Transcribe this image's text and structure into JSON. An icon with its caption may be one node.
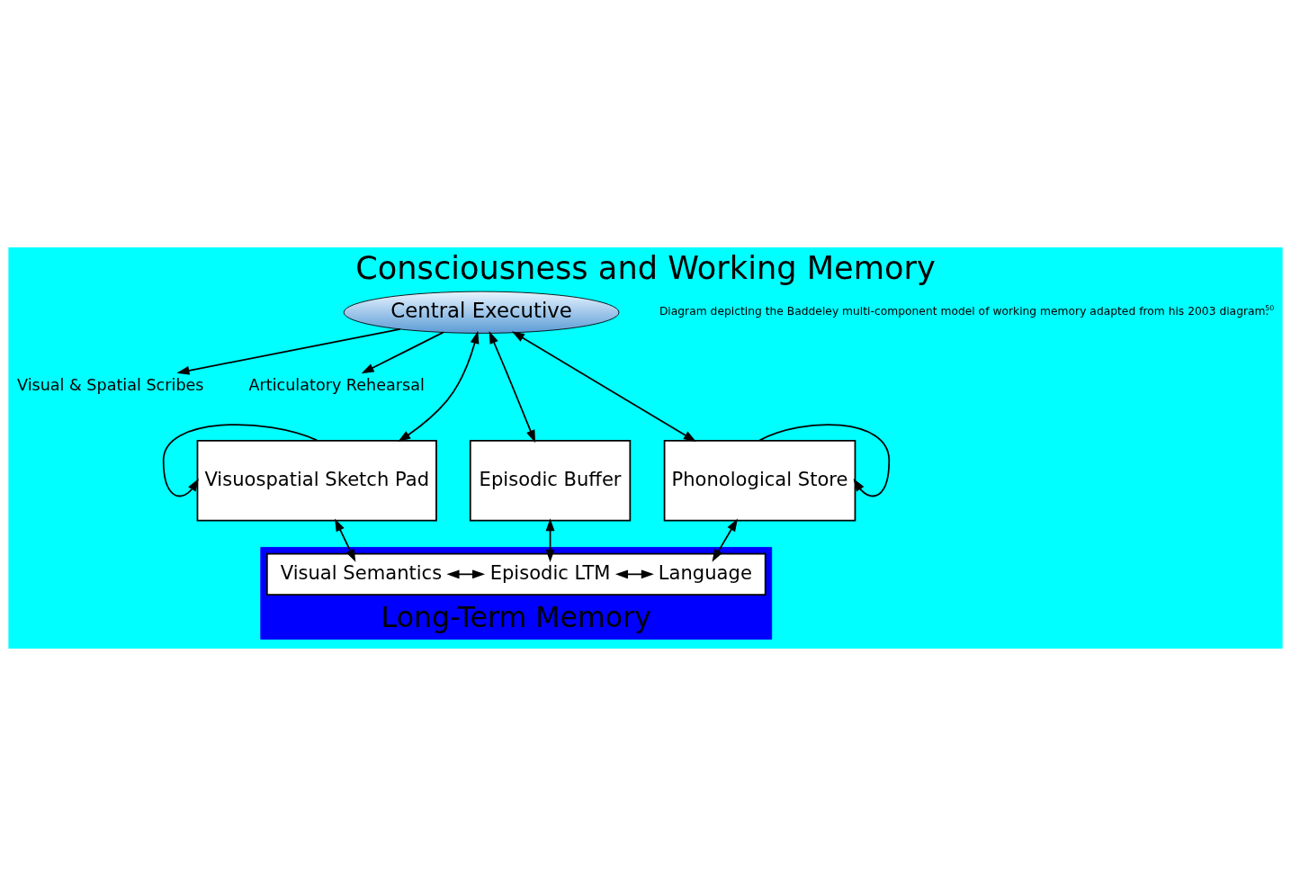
{
  "diagram": {
    "title": "Consciousness and Working Memory",
    "caption": "Diagram depicting the Baddeley multi-component model of working memory adapted from his 2003 diagram.$^{50}$",
    "nodes": [
      {
        "text": [
          "Central Executive"
        ]
      },
      {
        "text": [
          "Visual & Spatial Scribes"
        ]
      },
      {
        "text": [
          "Articulatory Rehearsal"
        ]
      },
      {
        "text": [
          "Visuospatial Sketch Pad"
        ]
      },
      {
        "text": [
          "Episodic Buffer"
        ]
      },
      {
        "text": [
          "Phonological Store"
        ]
      },
      {
        "text": [
          "Long-Term Memory"
        ]
      },
      {
        "text": [],
        "shape": "box",
        "in": 6
      },
      {
        "text": [
          "Visual Semantics"
        ],
        "in": 7
      },
      {
        "text": [
          "Episodic LTM"
        ],
        "in": 7
      },
      {
        "text": [
          "Language"
        ],
        "in": 7
      }
    ],
    "edges": [
      {
        "from": 0,
        "to": 1,
        "arrow": "to"
      },
      {
        "from": 0,
        "to": 3,
        "arrow": "both"
      },
      {
        "from": 0,
        "to": 4,
        "arrow": "both"
      },
      {
        "from": 0,
        "to": 5,
        "arrow": "both"
      },
      {
        "from": 0,
        "to": 2,
        "arrow": "to"
      },
      {
        "from": 3,
        "to": 3,
        "arrow": "to"
      },
      {
        "from": 5,
        "to": 5,
        "arrow": "to"
      },
      {
        "from": 3,
        "to": 8,
        "arrow": "both"
      },
      {
        "from": 4,
        "to": 9,
        "arrow": "both"
      },
      {
        "from": 5,
        "to": 10,
        "arrow": "both"
      },
      {
        "from": 8,
        "to": 9,
        "arrow": "both"
      },
      {
        "from": 9,
        "to": 10,
        "arrow": "both"
      }
    ]
  }
}
